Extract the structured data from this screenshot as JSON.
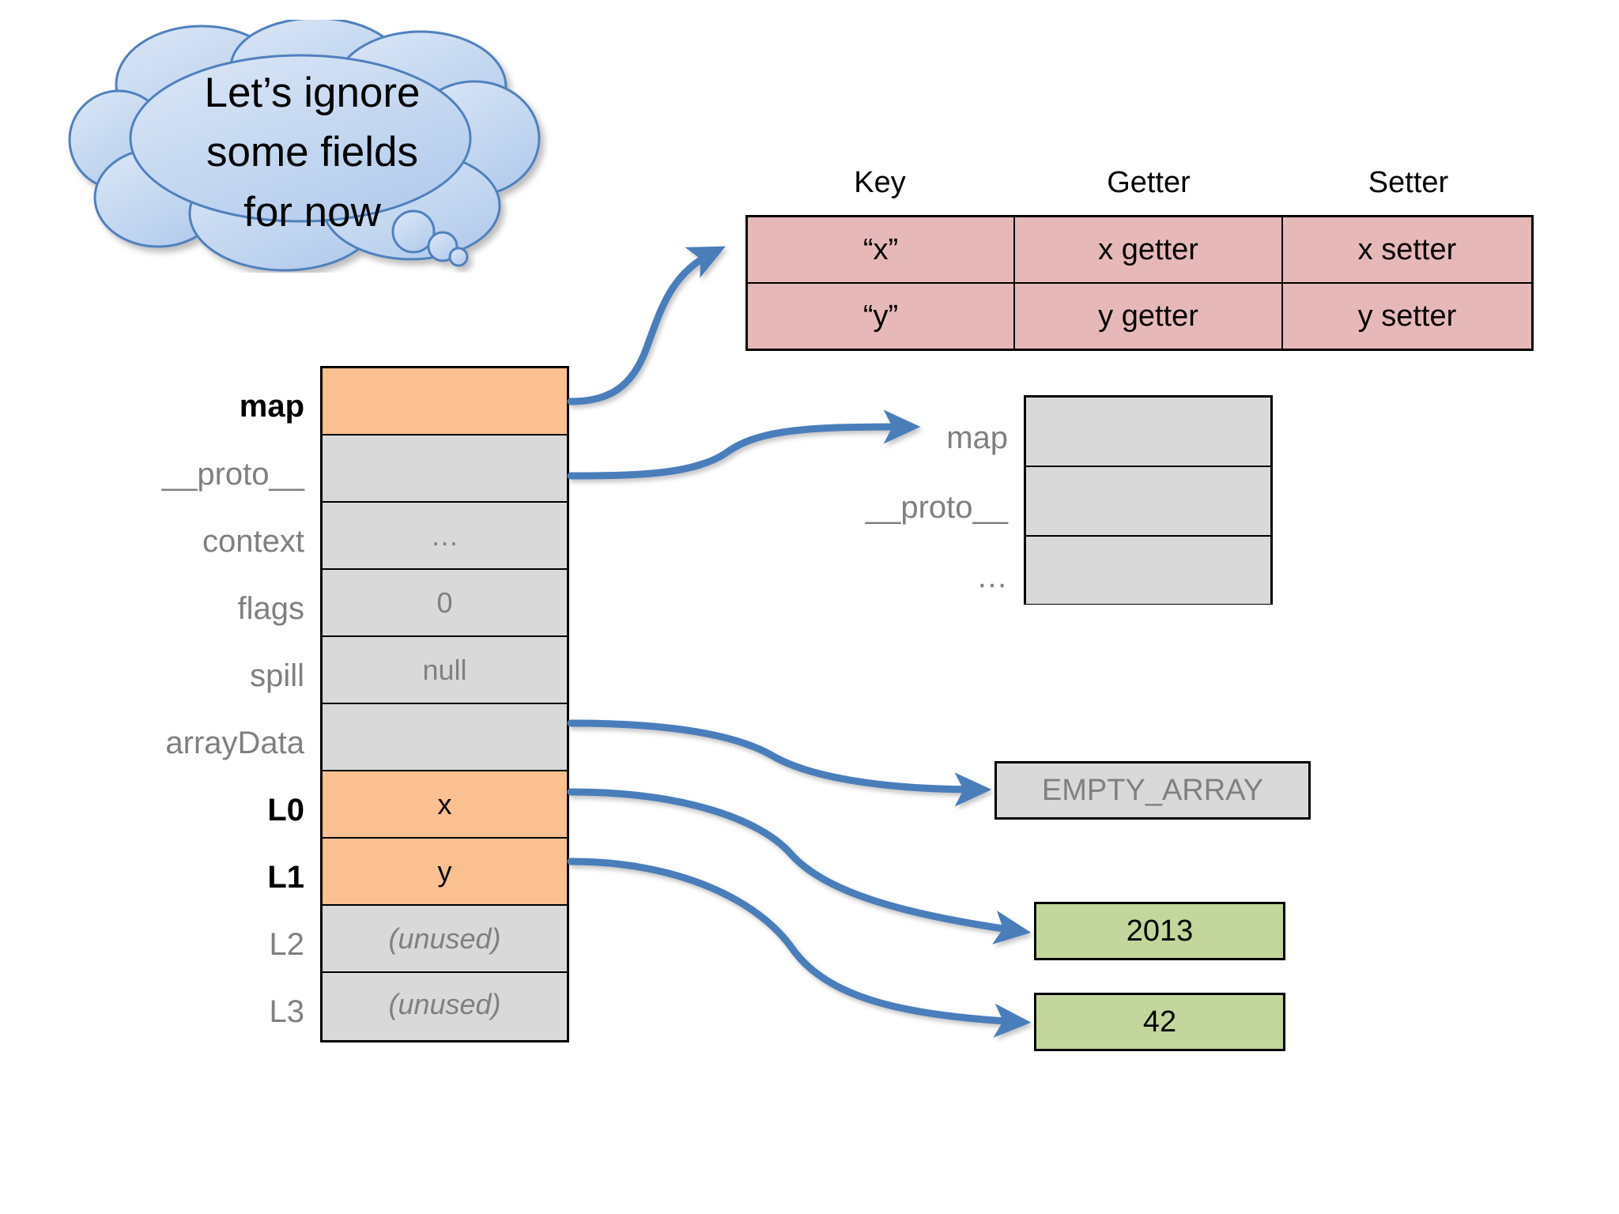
{
  "thought_bubble": {
    "text": "Let’s ignore\nsome fields\nfor now",
    "fill": "#c6d9f1",
    "stroke": "#4f81bd"
  },
  "property_table": {
    "headers": [
      "Key",
      "Getter",
      "Setter"
    ],
    "rows": [
      [
        "“x”",
        "x getter",
        "x setter"
      ],
      [
        "“y”",
        "y getter",
        "y setter"
      ]
    ],
    "cell_fill": "#e6b9b8"
  },
  "object_struct": {
    "rows": [
      {
        "label": "map",
        "value": "",
        "fill": "orange",
        "label_strong": true
      },
      {
        "label": "__proto__",
        "value": "",
        "fill": "gray",
        "label_strong": false
      },
      {
        "label": "context",
        "value": "…",
        "fill": "gray",
        "label_strong": false
      },
      {
        "label": "flags",
        "value": "0",
        "fill": "gray",
        "label_strong": false
      },
      {
        "label": "spill",
        "value": "null",
        "fill": "gray",
        "label_strong": false
      },
      {
        "label": "arrayData",
        "value": "",
        "fill": "gray",
        "label_strong": false
      },
      {
        "label": "L0",
        "value": "x",
        "fill": "orange",
        "label_strong": true
      },
      {
        "label": "L1",
        "value": "y",
        "fill": "orange",
        "label_strong": true
      },
      {
        "label": "L2",
        "value": "(unused)",
        "fill": "gray",
        "label_strong": false,
        "italic": true
      },
      {
        "label": "L3",
        "value": "(unused)",
        "fill": "gray",
        "label_strong": false,
        "italic": true
      }
    ],
    "orange_fill": "#fac090",
    "gray_fill": "#d9d9d9"
  },
  "map_struct": {
    "labels": [
      "map",
      "__proto__",
      "…"
    ],
    "fill": "#d9d9d9"
  },
  "empty_array_box": {
    "label": "EMPTY_ARRAY",
    "fill": "#d9d9d9"
  },
  "value_boxes": [
    {
      "label": "2013",
      "fill": "#c3d69b"
    },
    {
      "label": "42",
      "fill": "#c3d69b"
    }
  ],
  "arrows": {
    "color": "#4a7ebb",
    "items": [
      {
        "name": "map-to-property-table"
      },
      {
        "name": "proto-to-map-struct"
      },
      {
        "name": "arraydata-to-empty-array"
      },
      {
        "name": "l0-to-2013"
      },
      {
        "name": "l1-to-42"
      }
    ]
  }
}
